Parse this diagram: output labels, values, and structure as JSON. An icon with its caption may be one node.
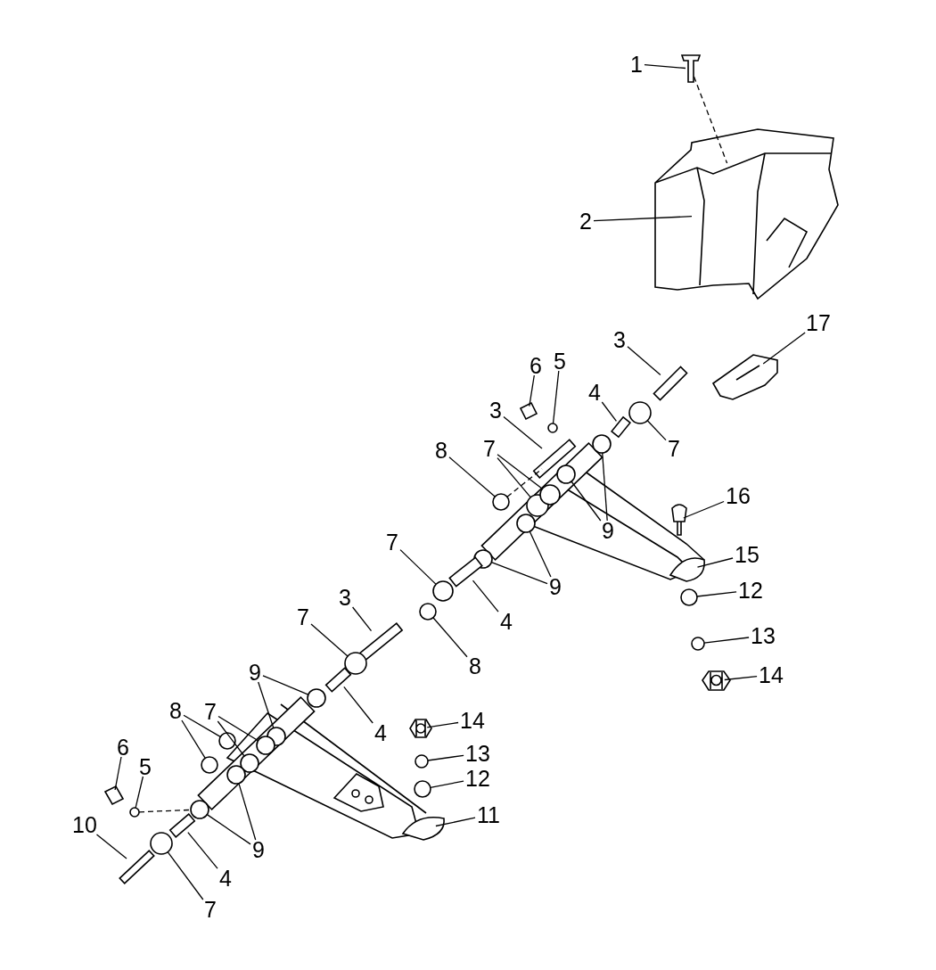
{
  "diagram": {
    "nodes": [
      {
        "text": [
          "1"
        ]
      },
      {
        "text": [
          "2"
        ]
      },
      {
        "text": [
          "17"
        ]
      },
      {
        "text": [
          "3"
        ]
      },
      {
        "text": [
          "6"
        ]
      },
      {
        "text": [
          "5"
        ]
      },
      {
        "text": [
          "4"
        ]
      },
      {
        "text": [
          "3"
        ]
      },
      {
        "text": [
          "7"
        ]
      },
      {
        "text": [
          "8"
        ]
      },
      {
        "text": [
          "7"
        ]
      },
      {
        "text": [
          "16"
        ]
      },
      {
        "text": [
          "9"
        ]
      },
      {
        "text": [
          "7"
        ]
      },
      {
        "text": [
          "15"
        ]
      },
      {
        "text": [
          "9"
        ]
      },
      {
        "text": [
          "12"
        ]
      },
      {
        "text": [
          "4"
        ]
      },
      {
        "text": [
          "3"
        ]
      },
      {
        "text": [
          "7"
        ]
      },
      {
        "text": [
          "13"
        ]
      },
      {
        "text": [
          "8"
        ]
      },
      {
        "text": [
          "14"
        ]
      },
      {
        "text": [
          "9"
        ]
      },
      {
        "text": [
          "4"
        ]
      },
      {
        "text": [
          "14"
        ]
      },
      {
        "text": [
          "8"
        ]
      },
      {
        "text": [
          "7"
        ]
      },
      {
        "text": [
          "6"
        ]
      },
      {
        "text": [
          "13"
        ]
      },
      {
        "text": [
          "5"
        ]
      },
      {
        "text": [
          "12"
        ]
      },
      {
        "text": [
          "11"
        ]
      },
      {
        "text": [
          "10"
        ]
      },
      {
        "text": [
          "9"
        ]
      },
      {
        "text": [
          "4"
        ]
      },
      {
        "text": [
          "7"
        ]
      },
      {
        "text": [],
        "shape": "picture"
      },
      {
        "text": [],
        "shape": "picture"
      },
      {
        "text": [],
        "shape": "picture"
      },
      {
        "text": [],
        "shape": "bar"
      },
      {
        "text": [],
        "shape": "picture"
      },
      {
        "text": [],
        "shape": "circle"
      },
      {
        "text": [],
        "shape": "bar"
      },
      {
        "text": [],
        "shape": "bar"
      },
      {
        "text": [],
        "shape": "circle"
      },
      {
        "text": [],
        "shape": "circle"
      },
      {
        "text": [],
        "shape": "circle"
      },
      {
        "text": [],
        "shape": "circle"
      },
      {
        "text": [],
        "shape": "picture"
      },
      {
        "text": [],
        "shape": "circle"
      },
      {
        "text": [],
        "shape": "circle"
      },
      {
        "text": [],
        "shape": "circle"
      },
      {
        "text": [],
        "shape": "picture"
      },
      {
        "text": [],
        "shape": "circle"
      },
      {
        "text": [],
        "shape": "circle"
      },
      {
        "text": [],
        "shape": "circle"
      },
      {
        "text": [],
        "shape": "bar"
      },
      {
        "text": [],
        "shape": "bar"
      },
      {
        "text": [],
        "shape": "circle"
      },
      {
        "text": [],
        "shape": "circle"
      },
      {
        "text": [],
        "shape": "circle"
      },
      {
        "text": [],
        "shape": "picture"
      },
      {
        "text": [],
        "shape": "circle"
      },
      {
        "text": [],
        "shape": "circle"
      },
      {
        "text": [],
        "shape": "bar"
      },
      {
        "text": [],
        "shape": "picture"
      },
      {
        "text": [],
        "shape": "circle"
      },
      {
        "text": [],
        "shape": "circle"
      },
      {
        "text": [],
        "shape": "circle"
      },
      {
        "text": [],
        "shape": "circle"
      },
      {
        "text": [],
        "shape": "picture"
      },
      {
        "text": [],
        "shape": "circle"
      },
      {
        "text": [],
        "shape": "circle"
      },
      {
        "text": [],
        "shape": "circle"
      },
      {
        "text": [],
        "shape": "picture"
      },
      {
        "text": [],
        "shape": "bar"
      },
      {
        "text": [],
        "shape": "circle"
      },
      {
        "text": [],
        "shape": "circle"
      },
      {
        "text": [],
        "shape": "bar"
      },
      {
        "text": [],
        "shape": "circle"
      }
    ],
    "edges": [
      {
        "from": 0,
        "to": 37,
        "arrow": "none"
      },
      {
        "from": 1,
        "to": 38,
        "arrow": "none"
      },
      {
        "from": 2,
        "to": 39,
        "arrow": "none"
      },
      {
        "from": 3,
        "to": 40,
        "arrow": "none"
      },
      {
        "from": 4,
        "to": 41,
        "arrow": "none"
      },
      {
        "from": 5,
        "to": 42,
        "arrow": "none"
      },
      {
        "from": 6,
        "to": 43,
        "arrow": "none"
      },
      {
        "from": 7,
        "to": 44,
        "arrow": "none"
      },
      {
        "from": 8,
        "to": 45,
        "arrow": "none"
      },
      {
        "from": 8,
        "to": 46,
        "arrow": "none"
      },
      {
        "from": 9,
        "to": 47,
        "arrow": "none"
      },
      {
        "from": 10,
        "to": 48,
        "arrow": "none"
      },
      {
        "from": 11,
        "to": 49,
        "arrow": "none"
      },
      {
        "from": 12,
        "to": 50,
        "arrow": "none"
      },
      {
        "from": 12,
        "to": 51,
        "arrow": "none"
      },
      {
        "from": 13,
        "to": 52,
        "arrow": "none"
      },
      {
        "from": 14,
        "to": 53,
        "arrow": "none"
      },
      {
        "from": 15,
        "to": 54,
        "arrow": "none"
      },
      {
        "from": 15,
        "to": 55,
        "arrow": "none"
      },
      {
        "from": 16,
        "to": 56,
        "arrow": "none"
      },
      {
        "from": 17,
        "to": 57,
        "arrow": "none"
      },
      {
        "from": 18,
        "to": 58,
        "arrow": "none"
      },
      {
        "from": 19,
        "to": 59,
        "arrow": "none"
      },
      {
        "from": 20,
        "to": 60,
        "arrow": "none"
      },
      {
        "from": 21,
        "to": 61,
        "arrow": "none"
      },
      {
        "from": 22,
        "to": 62,
        "arrow": "none"
      },
      {
        "from": 23,
        "to": 63,
        "arrow": "none"
      },
      {
        "from": 23,
        "to": 64,
        "arrow": "none"
      },
      {
        "from": 24,
        "to": 65,
        "arrow": "none"
      },
      {
        "from": 25,
        "to": 66,
        "arrow": "none"
      },
      {
        "from": 26,
        "to": 67,
        "arrow": "none"
      },
      {
        "from": 26,
        "to": 68,
        "arrow": "none"
      },
      {
        "from": 27,
        "to": 69,
        "arrow": "none"
      },
      {
        "from": 27,
        "to": 70,
        "arrow": "none"
      },
      {
        "from": 28,
        "to": 71,
        "arrow": "none"
      },
      {
        "from": 29,
        "to": 72,
        "arrow": "none"
      },
      {
        "from": 30,
        "to": 73,
        "arrow": "none"
      },
      {
        "from": 31,
        "to": 74,
        "arrow": "none"
      },
      {
        "from": 32,
        "to": 75,
        "arrow": "none"
      },
      {
        "from": 33,
        "to": 76,
        "arrow": "none"
      },
      {
        "from": 34,
        "to": 77,
        "arrow": "none"
      },
      {
        "from": 34,
        "to": 78,
        "arrow": "none"
      },
      {
        "from": 35,
        "to": 79,
        "arrow": "none"
      },
      {
        "from": 36,
        "to": 80,
        "arrow": "none"
      },
      {
        "from": 37,
        "to": 38,
        "arrow": "none",
        "style": "dashed"
      },
      {
        "from": 47,
        "to": 44,
        "arrow": "none",
        "style": "dashed"
      },
      {
        "from": 73,
        "to": 77,
        "arrow": "none",
        "style": "dashed"
      }
    ]
  }
}
